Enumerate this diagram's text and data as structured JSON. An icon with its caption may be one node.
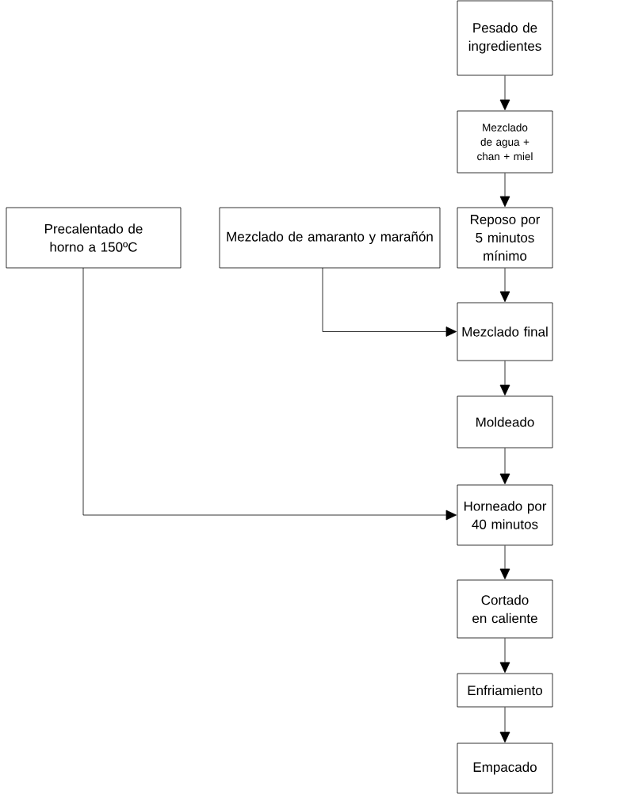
{
  "diagram": {
    "nodes": [
      {
        "text": [
          "Pesado de ingredientes"
        ]
      },
      {
        "text": [
          "Mezclado de agua + chan + miel"
        ]
      },
      {
        "text": [
          "Precalentado de horno a 150ºC"
        ]
      },
      {
        "text": [
          "Mezclado de amaranto y marañón"
        ]
      },
      {
        "text": [
          "Reposo por 5 minutos mínimo"
        ]
      },
      {
        "text": [
          "Mezclado final"
        ]
      },
      {
        "text": [
          "Moldeado"
        ]
      },
      {
        "text": [
          "Horneado por 40 minutos"
        ]
      },
      {
        "text": [
          "Cortado en caliente"
        ]
      },
      {
        "text": [
          "Enfriamiento"
        ]
      },
      {
        "text": [
          "Empacado"
        ]
      }
    ],
    "edges": [
      {
        "from": 0,
        "to": 1,
        "arrow": "to"
      },
      {
        "from": 1,
        "to": 4,
        "arrow": "to"
      },
      {
        "from": 4,
        "to": 5,
        "arrow": "to"
      },
      {
        "from": 3,
        "to": 5,
        "arrow": "to"
      },
      {
        "from": 5,
        "to": 6,
        "arrow": "to"
      },
      {
        "from": 6,
        "to": 7,
        "arrow": "to"
      },
      {
        "from": 2,
        "to": 7,
        "arrow": "to"
      },
      {
        "from": 7,
        "to": 8,
        "arrow": "to"
      },
      {
        "from": 8,
        "to": 9,
        "arrow": "to"
      },
      {
        "from": 9,
        "to": 10,
        "arrow": "to"
      }
    ]
  }
}
